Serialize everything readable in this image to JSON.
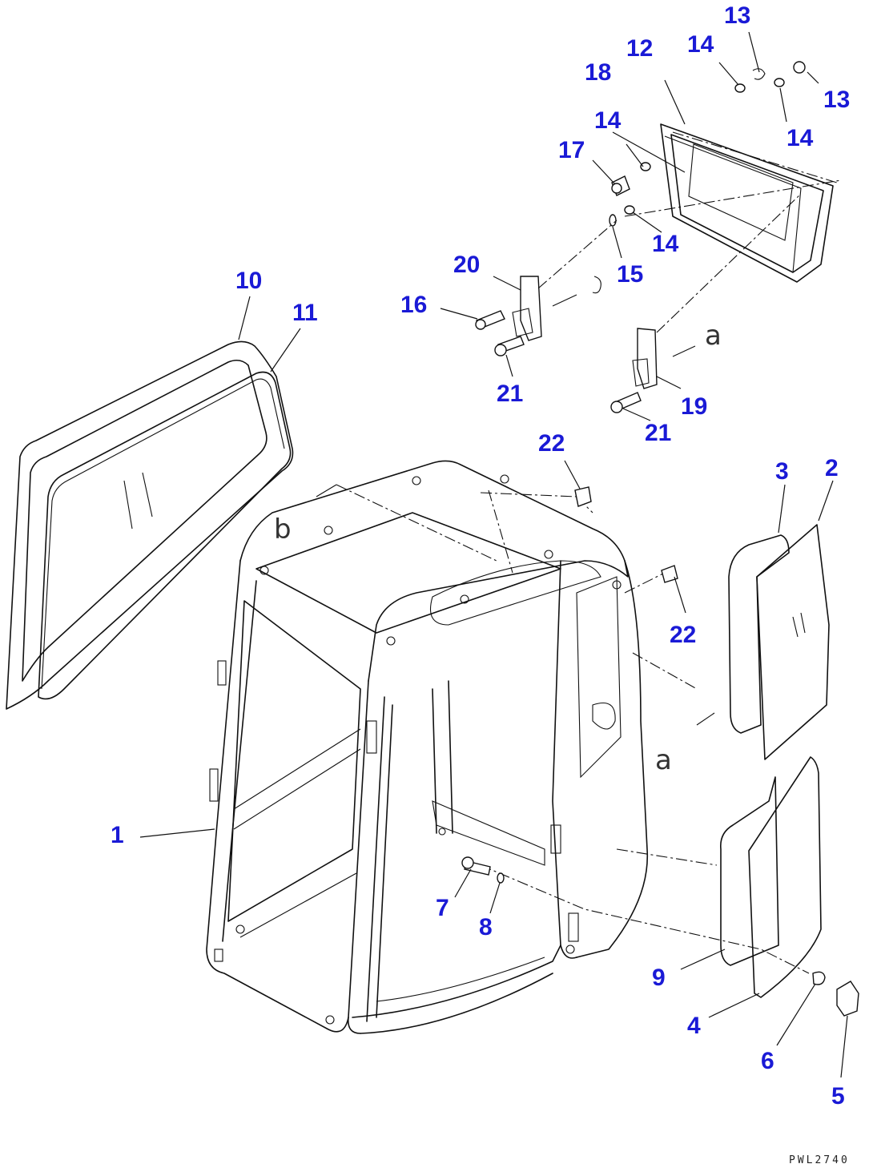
{
  "callouts": {
    "c1": "1",
    "c2": "2",
    "c3": "3",
    "c4": "4",
    "c5": "5",
    "c6": "6",
    "c7": "7",
    "c8": "8",
    "c9": "9",
    "c10": "10",
    "c11": "11",
    "c12": "12",
    "c13a": "13",
    "c13b": "13",
    "c14a": "14",
    "c14b": "14",
    "c14c": "14",
    "c14d": "14",
    "c15": "15",
    "c16": "16",
    "c17": "17",
    "c18": "18",
    "c19": "19",
    "c20": "20",
    "c21a": "21",
    "c21b": "21",
    "c22a": "22",
    "c22b": "22"
  },
  "reference_letters": {
    "a1": "a",
    "a2": "a",
    "b1": "b"
  },
  "drawing_code": "PWL2740",
  "colors": {
    "callout": "#1a1ad6",
    "line": "#111111",
    "background": "#ffffff"
  }
}
